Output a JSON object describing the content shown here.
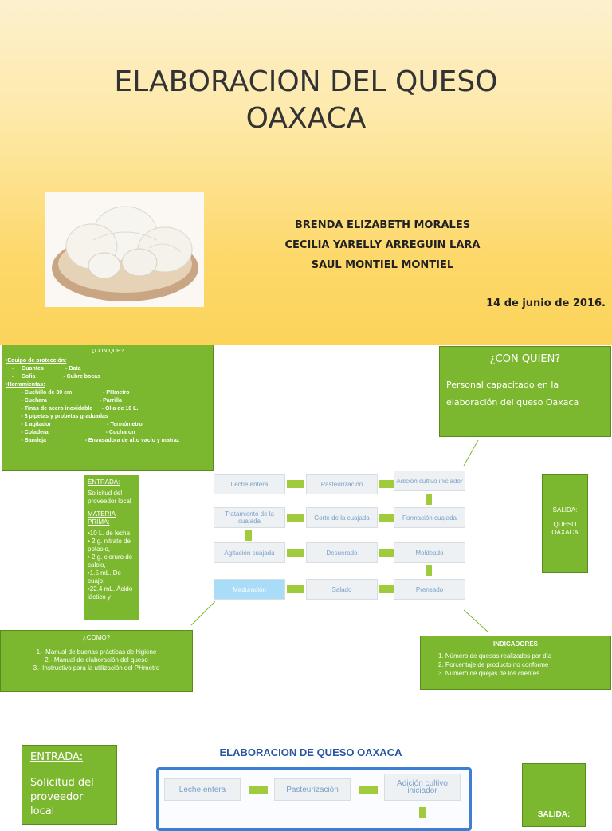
{
  "slide1": {
    "title_line1": "ELABORACION DEL QUESO",
    "title_line2": "OAXACA",
    "authors": [
      "BRENDA  ELIZABETH MORALES",
      "CECILIA YARELLY ARREGUIN LARA",
      "SAUL MONTIEL MONTIEL"
    ],
    "date": "14 de junio de 2016."
  },
  "slide2": {
    "con_que": {
      "heading": "¿CON QUE?",
      "lines": [
        "•Equipo de protección:",
        "    -     Guantes              - Bata",
        "    -     Cofia                  - Cubre bocas",
        "•Herramientas:",
        "          - Cuchillo de 30 cm                    - PHmetro",
        "          - Cuchara                                  - Parrilla",
        "          - Tinas de acero inoxidable      - Olla de 10 L.",
        "          - 3 pipetas y probetas graduadas",
        "          - 1 agitador                                    - Termómetro",
        "          - Coladera                                     - Cucharon",
        "          - Bandeja                         - Envasadora de alto vacío y matraz"
      ]
    },
    "con_quien": {
      "heading": "¿CON QUIEN?",
      "text": "Personal capacitado en la elaboración del queso Oaxaca"
    },
    "entrada": {
      "heading": "ENTRADA:",
      "text": "Solicitud del proveedor local",
      "mp_heading": "MATERIA PRIMA:",
      "items": [
        "•10 L. de leche,",
        "• 2 g. nitrato de potasio,",
        "• 2 g. cloruro de calcio,",
        "•1.5 mL. De cuajo,",
        "•22.4 mL. Ácido láctico y"
      ]
    },
    "salida": {
      "line1": "SALIDA:",
      "line2": "QUESO",
      "line3": "OAXACA"
    },
    "flow_steps": [
      "Leche entera",
      "Pasteurización",
      "Adición cultivo iniciador",
      "Tratamiento de la cuajada",
      "Corte de la cuajada",
      "Formación cuajada",
      "Agitación cuajada",
      "Desuerado",
      "Moldeado",
      "Maduración",
      "Salado",
      "Prensado"
    ],
    "como": {
      "heading": "¿COMO?",
      "items": [
        "1.- Manual de buenas prácticas de higiene",
        "2.- Manual de elaboración del queso",
        "3.- Instructivo para la utilización del PHmetro"
      ]
    },
    "indicadores": {
      "heading": "INDICADORES",
      "items": [
        "1.    Número de quesos realizados por día",
        "2.    Porcentaje de producto no conforme",
        "3.    Número de quejas de los clientes"
      ]
    }
  },
  "slide3": {
    "entrada_heading": "ENTRADA:",
    "entrada_text": "Solicitud del proveedor local",
    "flow_title": "ELABORACION DE QUESO OAXACA",
    "flow_steps": [
      "Leche entera",
      "Pasteurización",
      "Adición cultivo iniciador"
    ],
    "salida": "SALIDA:"
  }
}
